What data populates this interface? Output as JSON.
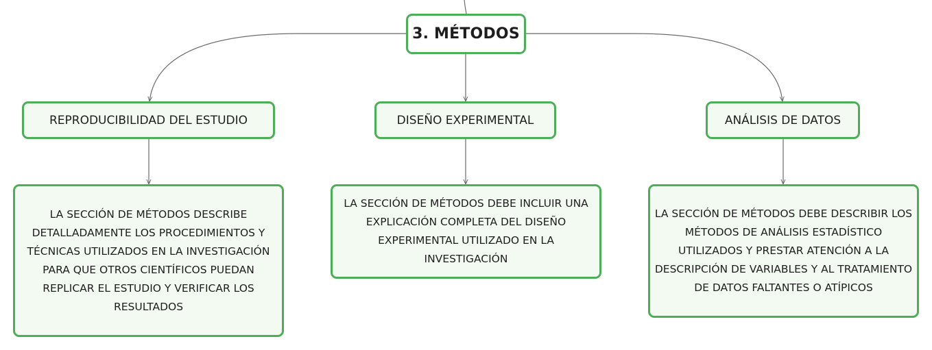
{
  "colors": {
    "border": "#4caf58",
    "fill": "#f2faf1",
    "connector": "#6b6b6b"
  },
  "root": {
    "label": "3. MÉTODOS"
  },
  "branches": [
    {
      "label": "REPRODUCIBILIDAD DEL ESTUDIO",
      "detail": "LA SECCIÓN DE MÉTODOS DESCRIBE DETALLADAMENTE LOS PROCEDIMIENTOS Y TÉCNICAS UTILIZADOS EN LA INVESTIGACIÓN PARA QUE OTROS CIENTÍFICOS PUEDAN REPLICAR EL ESTUDIO Y VERIFICAR LOS RESULTADOS"
    },
    {
      "label": "DISEÑO EXPERIMENTAL",
      "detail": "LA SECCIÓN DE MÉTODOS DEBE INCLUIR UNA EXPLICACIÓN COMPLETA DEL DISEÑO EXPERIMENTAL UTILIZADO EN LA INVESTIGACIÓN"
    },
    {
      "label": "ANÁLISIS DE DATOS",
      "detail": "LA SECCIÓN DE MÉTODOS DEBE DESCRIBIR LOS MÉTODOS DE ANÁLISIS ESTADÍSTICO UTILIZADOS Y PRESTAR ATENCIÓN A LA DESCRIPCIÓN DE VARIABLES Y AL TRATAMIENTO DE DATOS FALTANTES O ATÍPICOS"
    }
  ]
}
